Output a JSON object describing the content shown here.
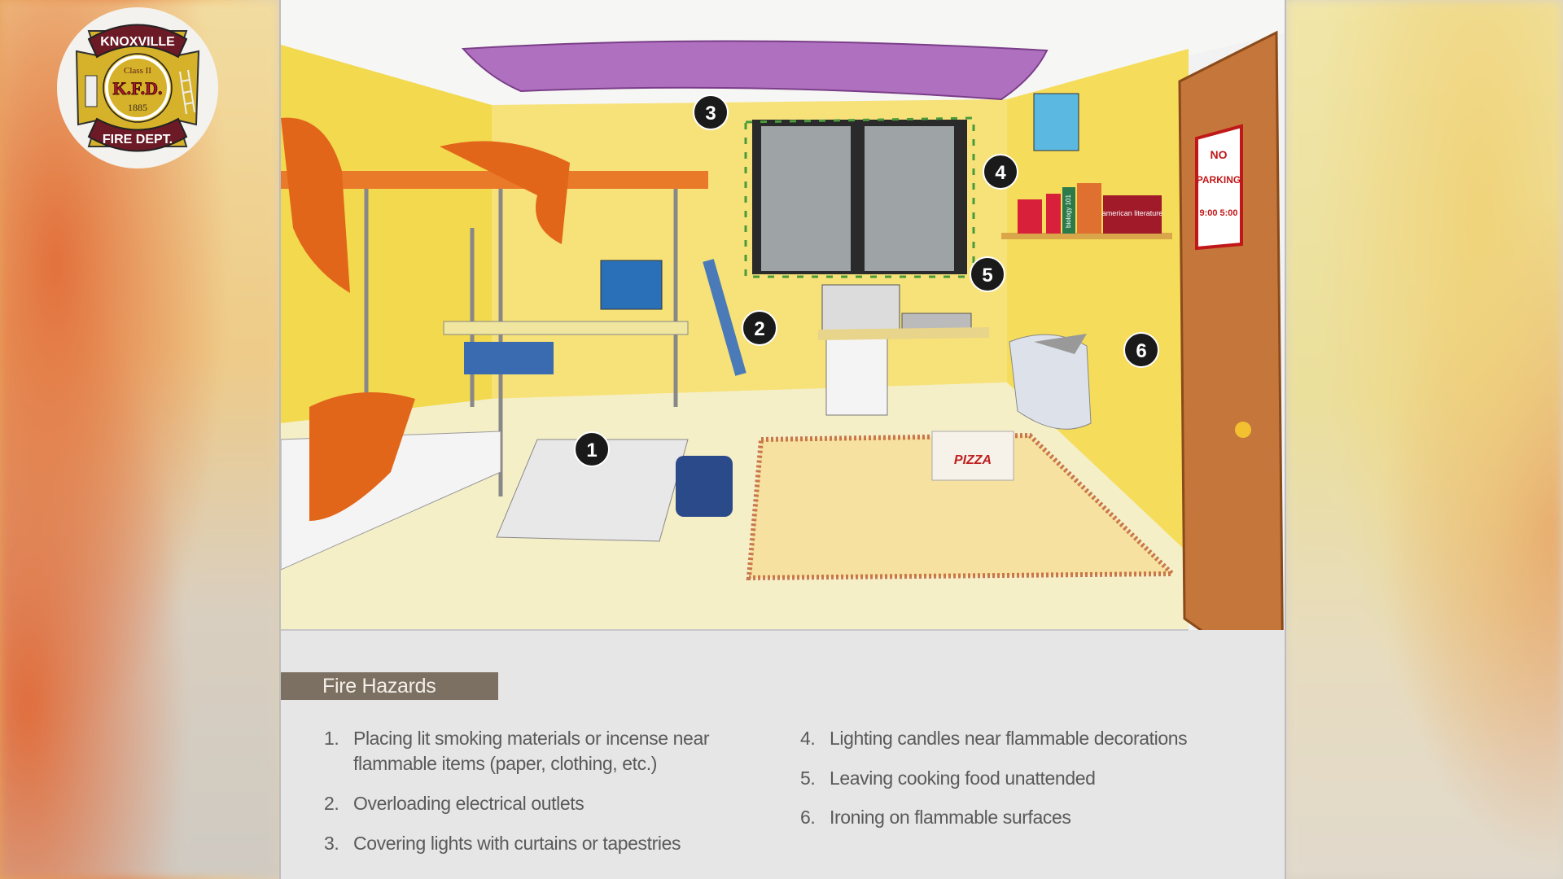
{
  "logo": {
    "top_text": "KNOXVILLE",
    "class_text": "Class II",
    "initials": "K.F.D.",
    "year": "1885",
    "bottom_text": "FIRE DEPT."
  },
  "illustration": {
    "badges": [
      "1",
      "2",
      "3",
      "4",
      "5",
      "6"
    ],
    "door_sign": [
      "NO",
      "PARKING",
      "9:00 5:00"
    ],
    "book_labels": [
      "biology 101",
      "american literature"
    ],
    "pizza_label": "PIZZA"
  },
  "hazards": {
    "title": "Fire Hazards",
    "items": [
      {
        "number": "1.",
        "text_line1": "Placing lit smoking materials or incense near",
        "text_line2": "flammable items (paper, clothing, etc.)"
      },
      {
        "number": "2.",
        "text_line1": "Overloading electrical outlets"
      },
      {
        "number": "3.",
        "text_line1": "Covering lights with curtains or tapestries"
      },
      {
        "number": "4.",
        "text_line1": "Lighting candles near flammable decorations"
      },
      {
        "number": "5.",
        "text_line1": "Leaving cooking food unattended"
      },
      {
        "number": "6.",
        "text_line1": "Ironing on flammable surfaces"
      }
    ]
  },
  "colors": {
    "title_bar": "#7c7062",
    "wall": "#f4df6a",
    "door": "#c5763a",
    "badge": "#1a1a1a",
    "tapestry": "#b070c0"
  }
}
